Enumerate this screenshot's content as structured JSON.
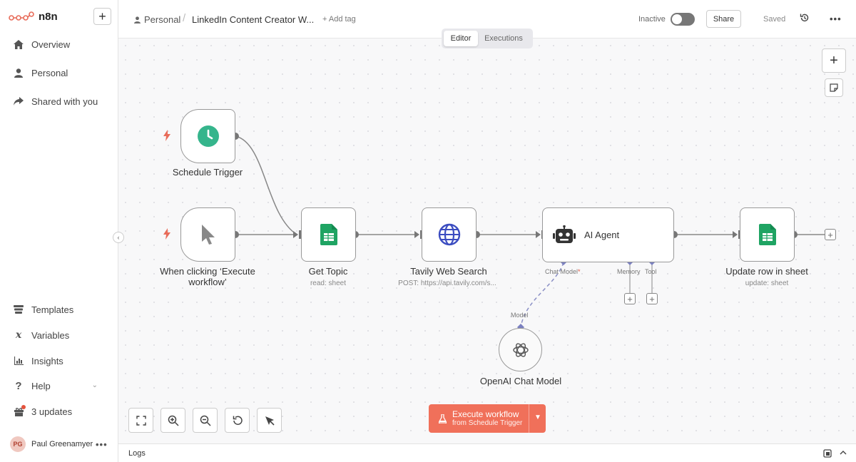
{
  "app": {
    "name": "n8n"
  },
  "sidebar": {
    "nav": [
      {
        "label": "Overview",
        "icon": "home-icon"
      },
      {
        "label": "Personal",
        "icon": "user-icon"
      },
      {
        "label": "Shared with you",
        "icon": "share-icon"
      }
    ],
    "bottom": [
      {
        "label": "Templates",
        "icon": "templates-icon"
      },
      {
        "label": "Variables",
        "icon": "variables-icon"
      },
      {
        "label": "Insights",
        "icon": "insights-icon"
      },
      {
        "label": "Help",
        "icon": "help-icon"
      },
      {
        "label": "3 updates",
        "icon": "gift-icon"
      }
    ],
    "user": {
      "initials": "PG",
      "name": "Paul Greenamyer"
    }
  },
  "header": {
    "project": "Personal",
    "workflow_title": "LinkedIn Content Creator W...",
    "add_tag": "+ Add tag",
    "status": "Inactive",
    "share": "Share",
    "saved": "Saved"
  },
  "tabs": {
    "editor": "Editor",
    "executions": "Executions"
  },
  "nodes": {
    "schedule": {
      "label": "Schedule Trigger"
    },
    "manual": {
      "label": "When clicking ‘Execute workflow’"
    },
    "get_topic": {
      "label": "Get Topic",
      "sub": "read: sheet"
    },
    "tavily": {
      "label": "Tavily Web Search",
      "sub": "POST: https://api.tavily.com/s..."
    },
    "agent": {
      "label": "AI Agent",
      "handles": {
        "chat_model": "Chat Model",
        "memory": "Memory",
        "tool": "Tool"
      }
    },
    "update": {
      "label": "Update row in sheet",
      "sub": "update: sheet"
    },
    "openai": {
      "label": "OpenAI Chat Model",
      "handle": "Model"
    }
  },
  "execute": {
    "main": "Execute workflow",
    "sub": "from Schedule Trigger"
  },
  "logs": {
    "label": "Logs"
  },
  "colors": {
    "accent": "#f0705a",
    "sheets": "#1fa463",
    "clock": "#35b58c",
    "globe": "#3b4cc0"
  }
}
